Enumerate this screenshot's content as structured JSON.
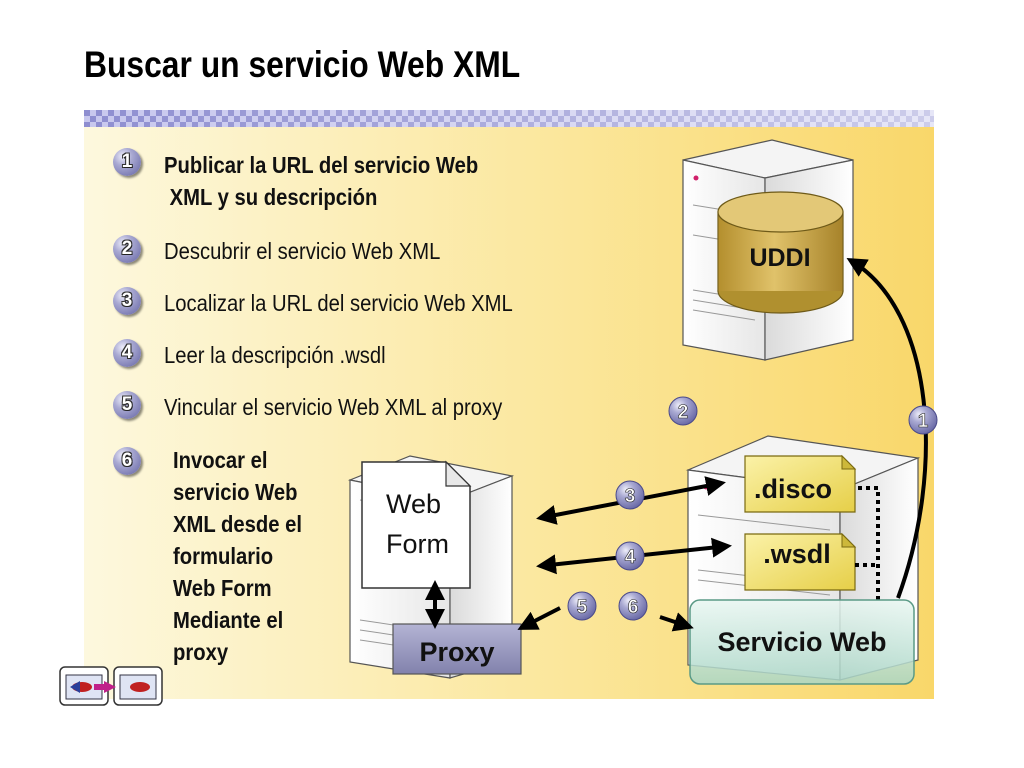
{
  "title": "Buscar un servicio Web XML",
  "steps": [
    {
      "num": "1",
      "text": [
        "Publicar la URL del servicio Web",
        " XML y su descripción"
      ],
      "bold": true
    },
    {
      "num": "2",
      "text": [
        "Descubrir el servicio Web XML"
      ],
      "bold": false
    },
    {
      "num": "3",
      "text": [
        "Localizar la URL del servicio Web XML"
      ],
      "bold": false
    },
    {
      "num": "4",
      "text": [
        "Leer la descripción .wsdl"
      ],
      "bold": false
    },
    {
      "num": "5",
      "text": [
        "Vincular el servicio Web XML al proxy"
      ],
      "bold": false
    },
    {
      "num": "6",
      "text": [
        "Invocar el",
        "servicio Web",
        "XML desde el",
        "formulario",
        "Web Form",
        "Mediante el",
        "proxy"
      ],
      "bold": true
    }
  ],
  "diagram": {
    "uddi_label": "UDDI",
    "webform_label_1": "Web",
    "webform_label_2": "Form",
    "proxy_label": "Proxy",
    "disco_label": ".disco",
    "wsdl_label": ".wsdl",
    "service_label": "Servicio Web",
    "badges": {
      "b1": "1",
      "b2": "2",
      "b3": "3",
      "b4": "4",
      "b5": "5",
      "b6": "6"
    }
  },
  "colors": {
    "badge": "#6a6aa8",
    "panel": "#fbe79d",
    "uddi": "#d2b24e",
    "file": "#f3e06a"
  },
  "icons": [
    "previous-slide-icon",
    "next-slide-icon"
  ]
}
